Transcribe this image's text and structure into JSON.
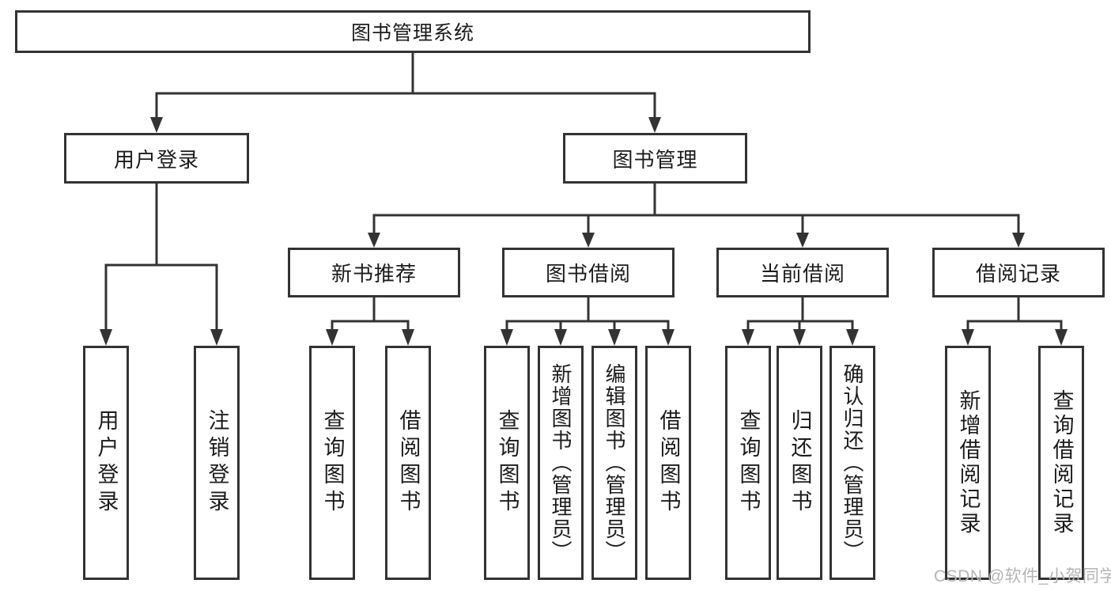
{
  "colors": {
    "line": "#333333",
    "box_border": "#333333",
    "text": "#1c1c1c",
    "background": "#ffffff",
    "watermark": "#b5b5b5"
  },
  "root": {
    "label": "图书管理系统"
  },
  "level2": {
    "user_login": "用户登录",
    "book_management": "图书管理"
  },
  "level3": {
    "new_book_recommend": "新书推荐",
    "book_borrow": "图书借阅",
    "current_borrow": "当前借阅",
    "borrow_records": "借阅记录"
  },
  "leaves": {
    "user_login": "用户登录",
    "logout": "注销登录",
    "recommend_query_books": "查询图书",
    "recommend_borrow_books": "借阅图书",
    "borrow_query_books": "查询图书",
    "borrow_add_books": "新增图书（管理员）",
    "borrow_edit_books": "编辑图书（管理员）",
    "borrow_borrow_books": "借阅图书",
    "current_query_books": "查询图书",
    "current_return_books": "归还图书",
    "current_confirm_return": "确认归还（管理员）",
    "records_add_record": "新增借阅记录",
    "records_query_record": "查询借阅记录"
  },
  "watermark": "CSDN @软件_小贺同学"
}
